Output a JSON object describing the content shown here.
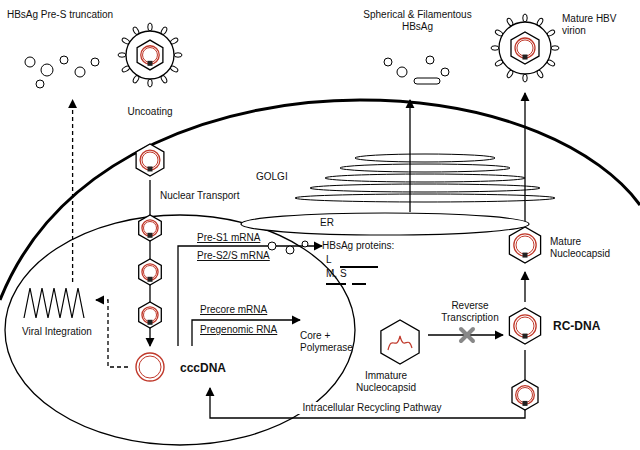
{
  "diagram": {
    "nodes": [
      {
        "text": [
          "Uncoating"
        ]
      },
      {
        "text": [
          "cccDNA"
        ]
      },
      {
        "text": [
          "HBsAg proteins:",
          "L",
          "M, S"
        ]
      },
      {
        "text": [
          "ER"
        ]
      },
      {
        "text": [
          "GOLGI"
        ]
      },
      {
        "text": [
          "Core + Polymerase",
          "Immature Nucleocapsid"
        ]
      },
      {
        "text": [
          "Mature Nucleocapsid"
        ]
      },
      {
        "text": [
          "RC-DNA"
        ]
      },
      {
        "text": [
          "Mature HBV virion"
        ]
      },
      {
        "text": [
          "Spherical & Filamentous HBsAg"
        ]
      },
      {
        "text": [
          "HBsAg Pre-S truncation"
        ]
      },
      {
        "text": [
          "Viral Integration"
        ]
      }
    ],
    "edges": [
      {
        "from": 0,
        "to": 1,
        "arrow": "to",
        "label": "Nuclear Transport"
      },
      {
        "from": 1,
        "to": 2,
        "arrow": "to"
      },
      {
        "from": 1,
        "to": 5,
        "arrow": "to"
      },
      {
        "from": 5,
        "to": 7,
        "arrow": "to",
        "label": "Reverse Transcription"
      },
      {
        "from": 7,
        "to": 6,
        "arrow": "to"
      },
      {
        "from": 6,
        "to": 8,
        "arrow": "to"
      },
      {
        "from": 3,
        "to": 9,
        "arrow": "to"
      },
      {
        "from": 7,
        "to": 1,
        "arrow": "to",
        "label": "Intracellular Recycling Pathway"
      },
      {
        "from": 1,
        "to": 11,
        "arrow": "to"
      },
      {
        "from": 11,
        "to": 10,
        "arrow": "to"
      }
    ],
    "labels": [
      "Pre-S1 mRNA",
      "Pre-S2/S mRNA",
      "Precore mRNA",
      "Pregenomic RNA"
    ]
  }
}
